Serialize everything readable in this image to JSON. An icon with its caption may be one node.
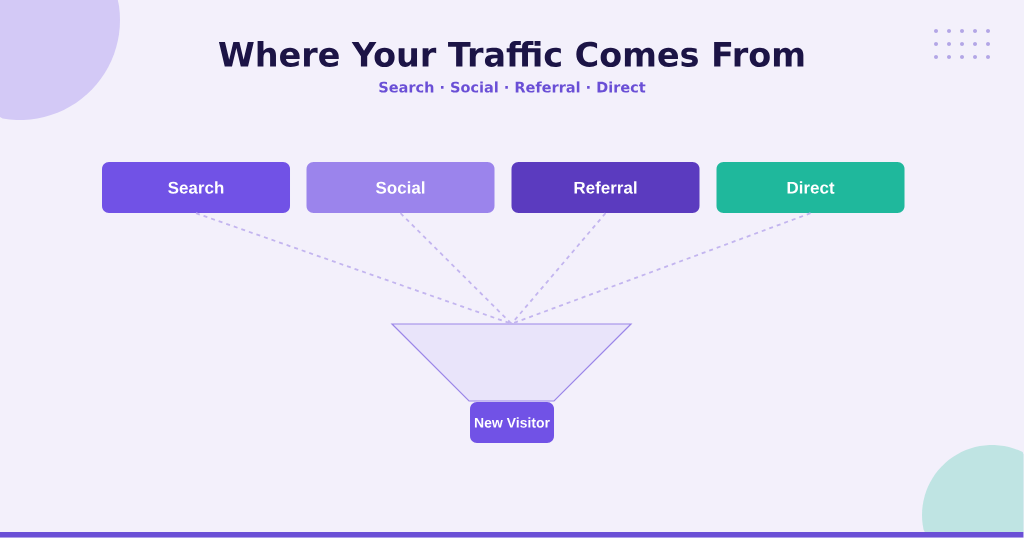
{
  "diagram": {
    "title": "Where Your Traffic Comes From",
    "nodes": [
      {
        "text": [
          "Search"
        ]
      },
      {
        "text": [
          "Social"
        ]
      },
      {
        "text": [
          "Referral"
        ]
      },
      {
        "text": [
          "Direct"
        ]
      },
      {
        "text": [],
        "shape": "funnel"
      },
      {
        "text": [
          "New Visitor"
        ]
      }
    ],
    "edges": [
      {
        "from": 0,
        "to": 4,
        "arrow": "none",
        "style": "dashed"
      },
      {
        "from": 1,
        "to": 4,
        "arrow": "none",
        "style": "dashed"
      },
      {
        "from": 2,
        "to": 4,
        "arrow": "none",
        "style": "dashed"
      },
      {
        "from": 3,
        "to": 4,
        "arrow": "none",
        "style": "dashed"
      }
    ],
    "labels": [
      "Search · Social · Referral · Direct"
    ]
  }
}
